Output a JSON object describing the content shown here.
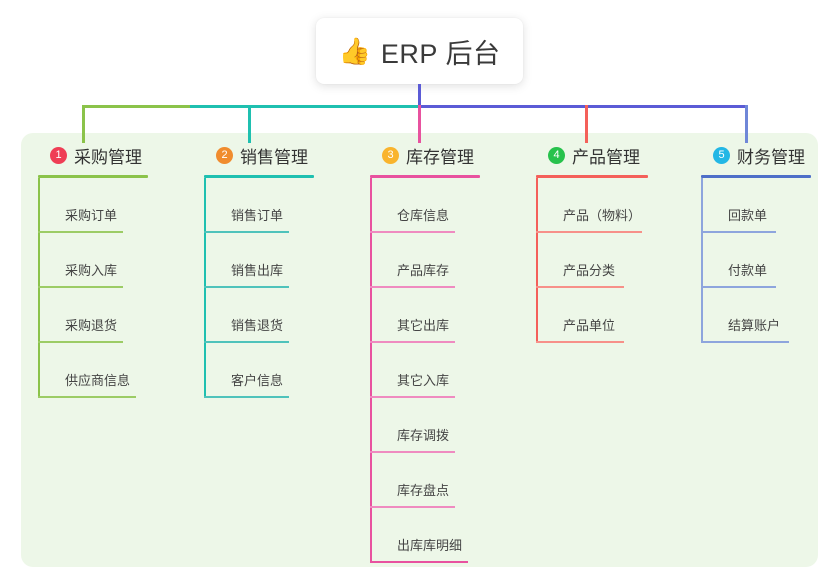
{
  "title": {
    "icon": "thumbs-up-icon",
    "icon_glyph": "👍",
    "text": "ERP 后台"
  },
  "theme": {
    "page_background": "#ffffff",
    "panel_background": "#edf7e8",
    "title_text_color": "#3a3a3a",
    "item_text_color": "#454545",
    "stem_color": "#5b5bd6"
  },
  "diagram": {
    "type": "org-chart",
    "root_label": "ERP 后台",
    "columns": [
      {
        "index": "1",
        "badge_color": "#ef3e55",
        "line_color": "#8bc34a",
        "label": "采购管理",
        "items": [
          {
            "label": "采购订单"
          },
          {
            "label": "采购入库"
          },
          {
            "label": "采购退货"
          },
          {
            "label": "供应商信息"
          }
        ]
      },
      {
        "index": "2",
        "badge_color": "#f08c2e",
        "line_color": "#1fc0b0",
        "label": "销售管理",
        "items": [
          {
            "label": "销售订单"
          },
          {
            "label": "销售出库"
          },
          {
            "label": "销售退货"
          },
          {
            "label": "客户信息"
          }
        ]
      },
      {
        "index": "3",
        "badge_color": "#f9b42d",
        "line_color": "#e8529f",
        "label": "库存管理",
        "items": [
          {
            "label": "仓库信息"
          },
          {
            "label": "产品库存"
          },
          {
            "label": "其它出库"
          },
          {
            "label": "其它入库"
          },
          {
            "label": "库存调拨"
          },
          {
            "label": "库存盘点"
          },
          {
            "label": "出库库明细"
          }
        ]
      },
      {
        "index": "4",
        "badge_color": "#27c24c",
        "line_color": "#f4605a",
        "label": "产品管理",
        "items": [
          {
            "label": "产品（物料）"
          },
          {
            "label": "产品分类"
          },
          {
            "label": "产品单位"
          }
        ]
      },
      {
        "index": "5",
        "badge_color": "#23b7e5",
        "line_color": "#6f87d8",
        "label": "财务管理",
        "items": [
          {
            "label": "回款单"
          },
          {
            "label": "付款单"
          },
          {
            "label": "结算账户"
          }
        ]
      }
    ]
  }
}
